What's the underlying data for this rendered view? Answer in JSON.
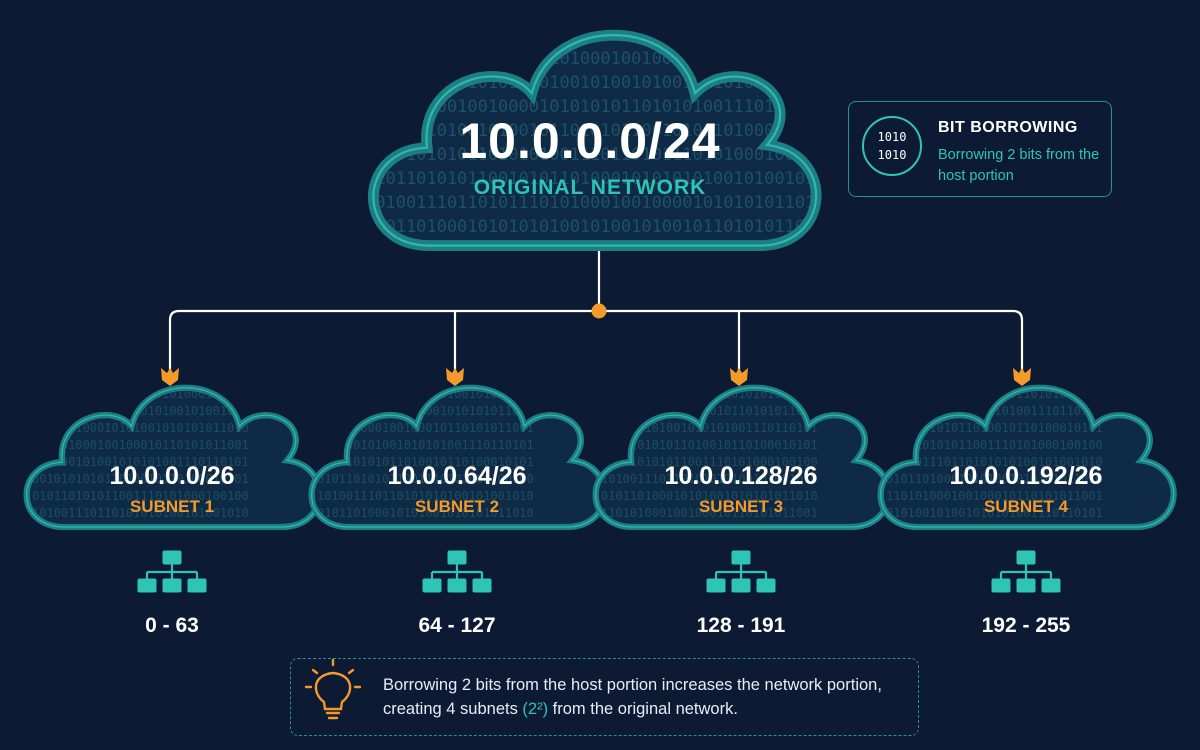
{
  "colors": {
    "background": "#0c1a33",
    "teal": "#2ec4b6",
    "orange": "#f39a2b",
    "line": "#ffffff"
  },
  "main_network": {
    "address": "10.0.0.0/24",
    "label": "ORIGINAL NETWORK",
    "binary_texture": [
      "010110101011001",
      "101001110110101",
      "010110100010101",
      "110101000100100",
      "010100101001010",
      "001010101011010"
    ]
  },
  "info": {
    "icon_lines": [
      "1010",
      "1010"
    ],
    "title": "BIT BORROWING",
    "description": "Borrowing 2 bits from the host portion"
  },
  "subnets": [
    {
      "address": "10.0.0.0/26",
      "label": "SUBNET 1",
      "range": "0 - 63"
    },
    {
      "address": "10.0.0.64/26",
      "label": "SUBNET 2",
      "range": "64 - 127"
    },
    {
      "address": "10.0.0.128/26",
      "label": "SUBNET 3",
      "range": "128 - 191"
    },
    {
      "address": "10.0.0.192/26",
      "label": "SUBNET 4",
      "range": "192 - 255"
    }
  ],
  "note": {
    "text_before": "Borrowing 2 bits from the host portion increases the network portion, creating 4 subnets ",
    "highlight": "(2²)",
    "text_after": " from the original network."
  },
  "icons": {
    "info": "binary-icon",
    "subnet_hierarchy": "network-hierarchy-icon",
    "note": "lightbulb-icon"
  }
}
